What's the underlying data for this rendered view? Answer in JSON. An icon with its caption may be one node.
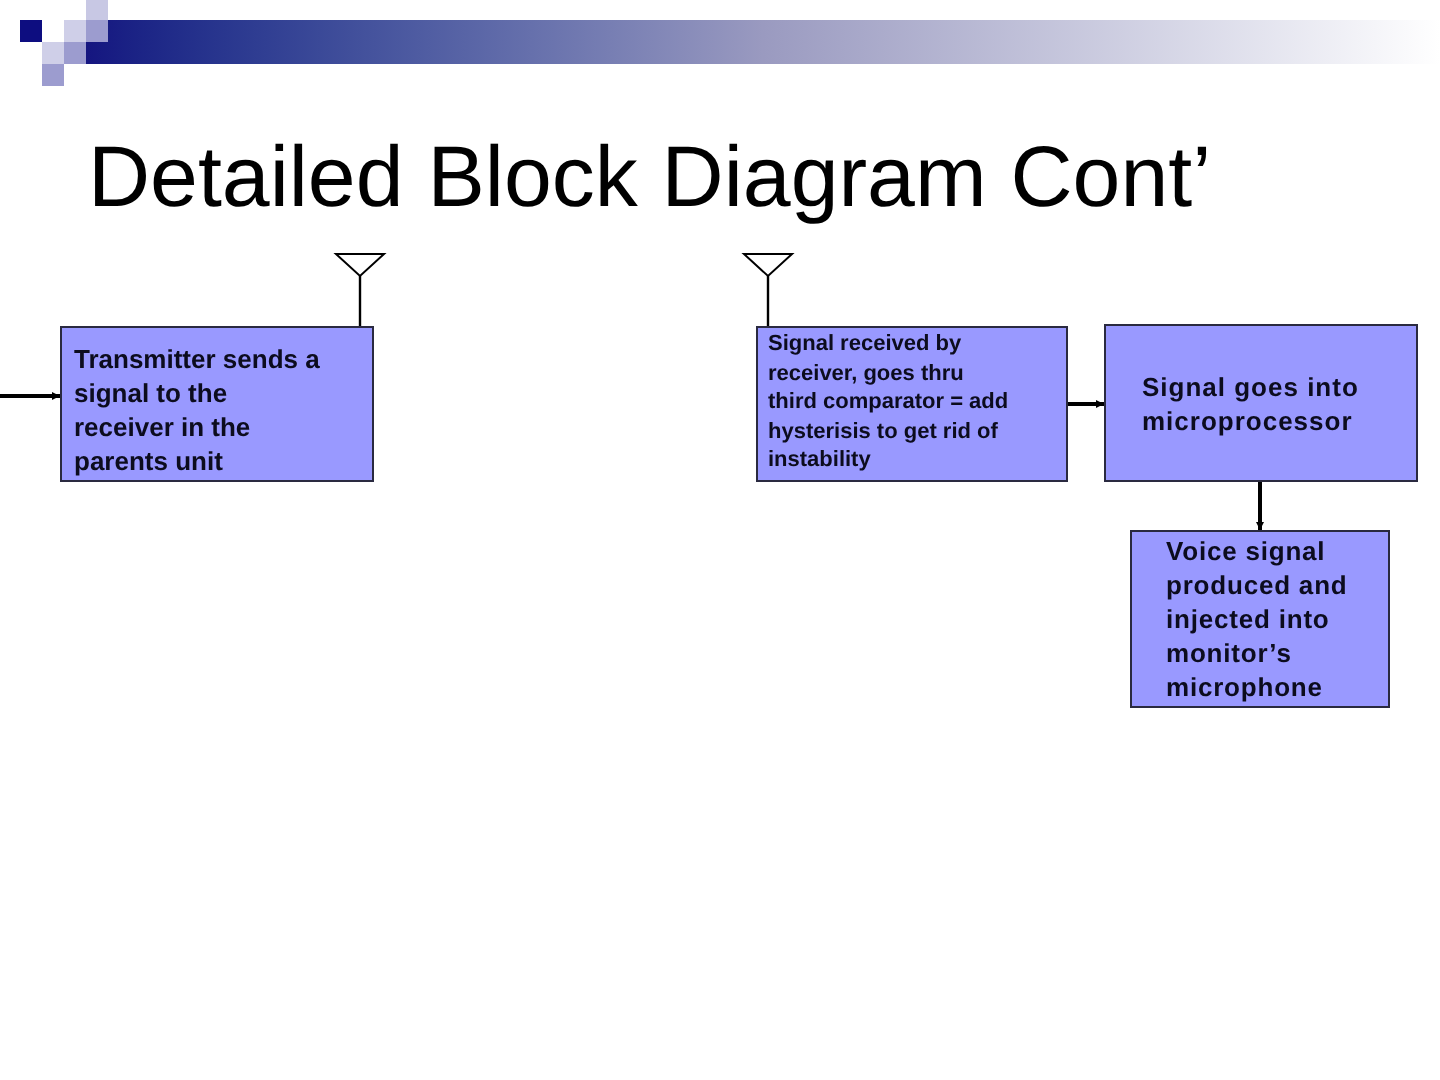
{
  "diagram": {
    "title": "Detailed Block Diagram Cont’",
    "nodes": [
      {
        "text": [
          "Transmitter sends a signal to the receiver in the parents unit"
        ]
      },
      {
        "text": [
          "Signal received by receiver, goes thru third comparator = add hysterisis to get rid of instability"
        ]
      },
      {
        "text": [
          "Signal goes into microprocessor"
        ]
      },
      {
        "text": [
          "Voice signal produced and injected into monitor’s microphone"
        ]
      }
    ],
    "edges": [
      {
        "from": null,
        "to": 0,
        "arrow": "to"
      },
      {
        "from": 1,
        "to": 2,
        "arrow": "to"
      },
      {
        "from": 2,
        "to": 3,
        "arrow": "to"
      }
    ]
  }
}
